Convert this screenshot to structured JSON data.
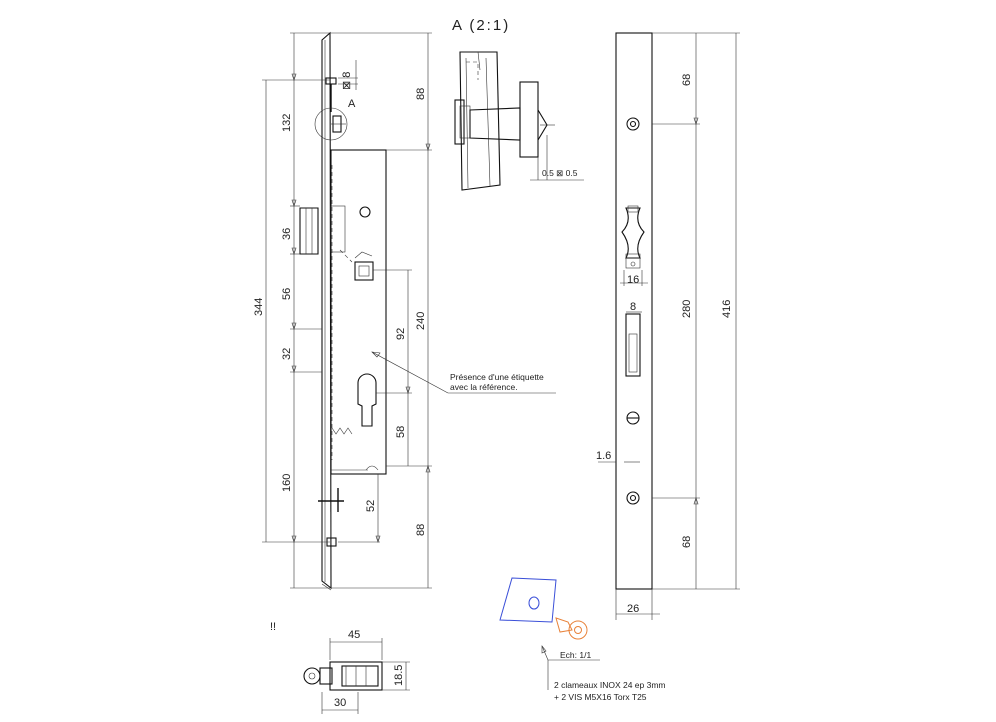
{
  "detail": {
    "title": "A (2:1)",
    "marker": "A",
    "square_label": "⊠ 8",
    "chamfer_label": "0.5 ⊠ 0.5"
  },
  "front_view": {
    "dims": {
      "d344": "344",
      "d132": "132",
      "d36": "36",
      "d56": "56",
      "d32": "32",
      "d160": "160",
      "d88_top": "88",
      "d240": "240",
      "d92": "92",
      "d58": "58",
      "d52": "52",
      "d88_bottom": "88"
    },
    "label_note": [
      "Présence d'une étiquette",
      "avec la référence."
    ]
  },
  "side_view": {
    "dims": {
      "d68_top": "68",
      "d16": "16",
      "d8": "8",
      "d280": "280",
      "d416": "416",
      "d1_6": "1.6",
      "d68_bottom": "68",
      "d26": "26"
    }
  },
  "bottom_view": {
    "mark": "!!",
    "dims": {
      "d45": "45",
      "d18_5": "18.5",
      "d30": "30"
    }
  },
  "accessory": {
    "scale": "Ech: 1/1",
    "caption": [
      "2 clameaux INOX 24 ep 3mm",
      "+ 2 VIS M5X16 Torx T25"
    ]
  },
  "colors": {
    "clamp": "#3a4fd8",
    "screw": "#e8823a",
    "ink": "#111111"
  }
}
